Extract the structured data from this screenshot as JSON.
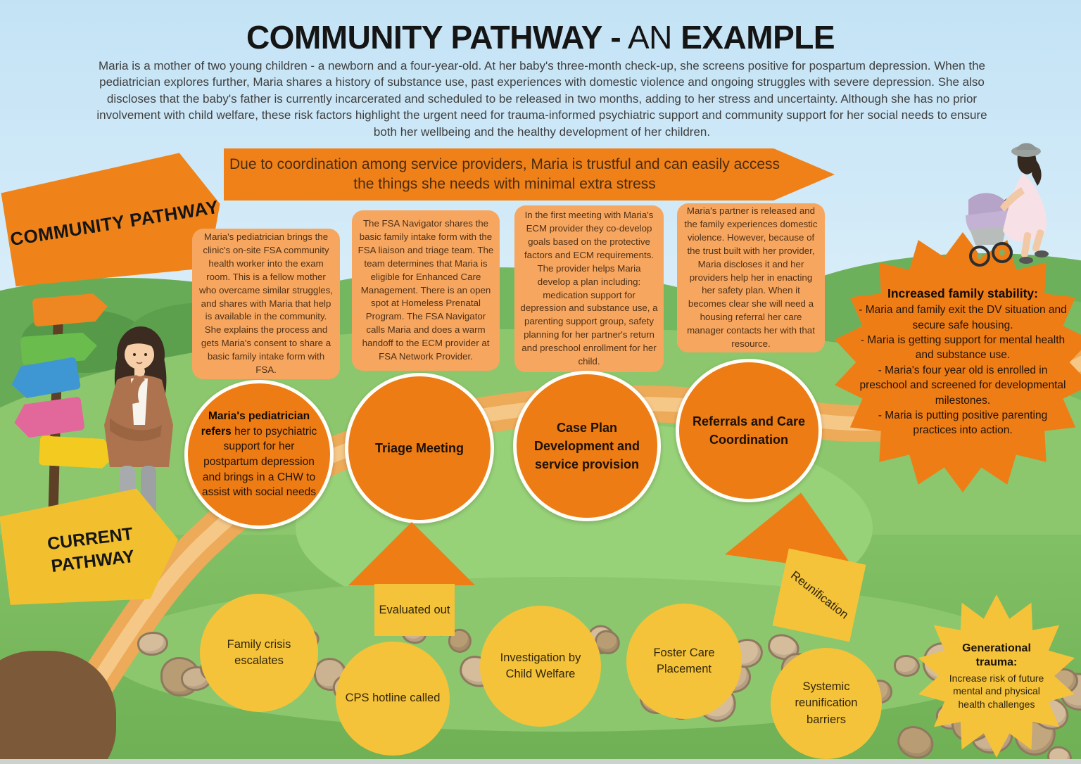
{
  "title": {
    "part1": "COMMUNITY PATHWAY -",
    "part2": "AN",
    "part3": "EXAMPLE"
  },
  "intro": "Maria is a mother of two young children - a newborn and a four-year-old. At her baby's three-month check-up, she screens positive for pospartum depression. When the pediatrician explores further, Maria shares a history of substance use, past experiences with domestic violence and ongoing struggles with severe depression. She also discloses that the baby's father is currently incarcerated and scheduled to be released in two months, adding to her stress and uncertainty. Although she has no prior involvement with child welfare, these risk factors highlight the urgent need for trauma-informed psychiatric support and community support for her social needs to ensure both her wellbeing and the healthy development of her children.",
  "banner": "Due to coordination among service providers, Maria is trustful and can easily access the things she needs with minimal extra stress",
  "community_pathway": {
    "sign": "COMMUNITY PATHWAY",
    "boxes": [
      "Maria's pediatrician brings the clinic's on-site FSA community health worker into the exam room. This is a fellow mother who overcame similar struggles, and shares with Maria that help is available in the community. She explains the process and gets Maria's consent to share a basic family intake form with FSA.",
      "The FSA Navigator shares the basic family intake form with the FSA liaison and triage team. The team determines that Maria is eligible for Enhanced Care Management. There is an open spot at Homeless Prenatal Program. The FSA Navigator calls Maria and does a warm handoff to the ECM provider at FSA Network Provider.",
      "In the first meeting with Maria's ECM provider they co-develop goals based on the protective factors and ECM requirements. The provider helps Maria develop a plan including: medication support for depression and substance use, a parenting support group, safety planning for her partner's return and preschool enrollment for her child.",
      "Maria's partner is released and the family experiences domestic violence. However, because of the trust built with her provider, Maria discloses it and her providers help her in enacting her safety plan. When it becomes clear she will need a housing referral her care manager contacts her with that resource."
    ],
    "circles": [
      {
        "bold": "Maria's pediatrician refers",
        "rest": " her to psychiatric support for her postpartum depression and brings in a CHW to assist with social needs"
      },
      {
        "text": "Triage Meeting"
      },
      {
        "text": "Case Plan Development and service provision"
      },
      {
        "text": "Referrals and Care Coordination"
      }
    ],
    "outcome": {
      "heading": "Increased family stability:",
      "lines": [
        "- Maria and family exit the DV situation and secure safe housing.",
        "- Maria is getting support for mental health and substance use.",
        "- Maria's four year old is enrolled in preschool and screened for developmental milestones.",
        "- Maria is putting positive parenting practices into action."
      ]
    }
  },
  "current_pathway": {
    "sign": "CURRENT PATHWAY",
    "steps": [
      "Family crisis escalates",
      "CPS hotline called",
      "Investigation by Child Welfare",
      "Foster Care Placement",
      "Systemic reunification barriers"
    ],
    "arrows": [
      {
        "label": "Evaluated out"
      },
      {
        "label": "Reunification"
      }
    ],
    "outcome": {
      "heading": "Generational trauma:",
      "body": "Increase risk of future mental and physical health challenges"
    }
  },
  "colors": {
    "accent_orange": "#ee7d13",
    "light_orange_box": "#f7a65f",
    "banner_orange": "#f08119",
    "accent_yellow": "#f5c33a",
    "sky_blue": "#cfe8f7",
    "grass_green": "#8cc76d"
  }
}
